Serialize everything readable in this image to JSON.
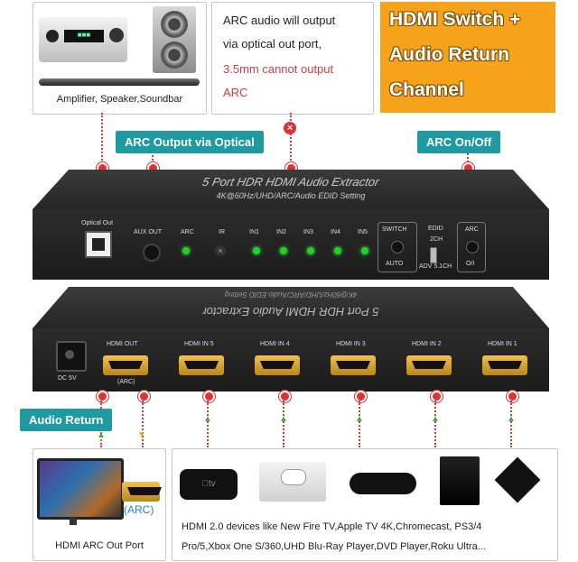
{
  "top_left_panel": {
    "caption": "Amplifier, Speaker,Soundbar"
  },
  "arc_note": {
    "line1": "ARC audio will output",
    "line2": "via optical out port,",
    "line3": "3.5mm cannot output",
    "line4": "ARC"
  },
  "headline": {
    "line1": "HDMI Switch +",
    "line2": "Audio Return",
    "line3": "Channel"
  },
  "tags": {
    "arc_output_optical": "ARC Output via Optical",
    "arc_onoff": "ARC On/Off",
    "audio_return": "Audio Return"
  },
  "device_front": {
    "title": "5 Port HDR HDMI Audio Extractor",
    "subtitle": "4K@60Hz/UHD/ARC/Audio EDID Setting",
    "labels": {
      "optical_out": "Optical Out",
      "aux_out": "AUX OUT",
      "arc": "ARC",
      "ir": "IR",
      "in1": "IN1",
      "in2": "IN2",
      "in3": "IN3",
      "in4": "IN4",
      "in5": "IN5",
      "switch": "SWITCH",
      "auto": "AUTO",
      "edid": "EDID",
      "edid_2ch": "2CH",
      "edid_adv": "ADV 5.1CH",
      "arc_switch": "ARC",
      "arc_switch_state": "O/I"
    }
  },
  "device_back": {
    "mirror_text": "5 Port HDR HDMI Audio Extractor",
    "mirror_sub": "4K@60Hz/UHD/ARC/Audio EDID Setting",
    "dc": "DC 5V",
    "ports": [
      {
        "label": "HDMI OUT",
        "sub": "(ARC)"
      },
      {
        "label": "HDMI IN 5",
        "sub": ""
      },
      {
        "label": "HDMI IN 4",
        "sub": ""
      },
      {
        "label": "HDMI IN 3",
        "sub": ""
      },
      {
        "label": "HDMI IN 2",
        "sub": ""
      },
      {
        "label": "HDMI IN 1",
        "sub": ""
      }
    ]
  },
  "bottom_left_panel": {
    "arc_label": "(ARC)",
    "caption": "HDMI ARC Out Port"
  },
  "bottom_right_panel": {
    "caption_line1": "HDMI 2.0 devices like New Fire TV,Apple TV 4K,Chromecast, PS3/4",
    "caption_line2": "Pro/5,Xbox One S/360,UHD Blu-Ray Player,DVD Player,Roku Ultra..."
  },
  "colors": {
    "teal": "#1f9aa0",
    "orange": "#f6a21a",
    "red_text": "#d23c3c",
    "led_green": "#1fd22a"
  }
}
